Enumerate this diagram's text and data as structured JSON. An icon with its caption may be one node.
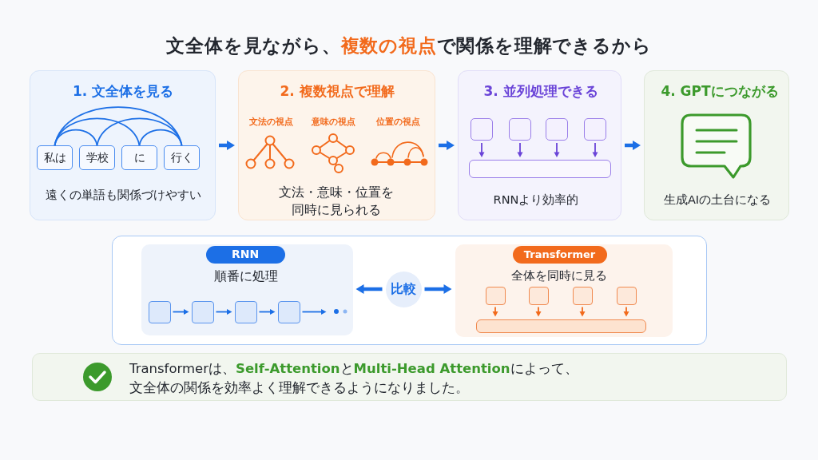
{
  "diagram": {
    "title": "文全体を見ながら、**複数の視点**で関係を理解できるから",
    "nodes": [
      {
        "text": [
          "1. 文全体を見る",
          "遠くの単語も関係づけやすい"
        ]
      },
      {
        "text": [
          "私は"
        ],
        "in": 0
      },
      {
        "text": [
          "学校"
        ],
        "in": 0
      },
      {
        "text": [
          "に"
        ],
        "in": 0
      },
      {
        "text": [
          "行く"
        ],
        "in": 0
      },
      {
        "text": [
          "2. 複数視点で理解",
          "文法の視点",
          "意味の視点",
          "位置の視点",
          "文法・意味・位置を同時に見られる"
        ]
      },
      {
        "text": [
          "3. 並列処理できる",
          "RNNより効率的"
        ]
      },
      {
        "text": [],
        "shape": "box",
        "in": 6
      },
      {
        "text": [],
        "shape": "box",
        "in": 6
      },
      {
        "text": [],
        "shape": "box",
        "in": 6
      },
      {
        "text": [],
        "shape": "box",
        "in": 6
      },
      {
        "text": [],
        "shape": "bar",
        "in": 6
      },
      {
        "text": [
          "4. GPTにつながる",
          "生成AIの土台になる"
        ]
      },
      {
        "text": [],
        "shape": "box"
      },
      {
        "text": [
          "順番に処理"
        ],
        "in": 13
      },
      {
        "text": [
          "RNN"
        ],
        "in": 14
      },
      {
        "text": [],
        "shape": "box",
        "in": 14
      },
      {
        "text": [],
        "shape": "box",
        "in": 14
      },
      {
        "text": [],
        "shape": "box",
        "in": 14
      },
      {
        "text": [],
        "shape": "box",
        "in": 14
      },
      {
        "text": [
          "比較"
        ],
        "in": 13
      },
      {
        "text": [
          "全体を同時に見る"
        ],
        "in": 13
      },
      {
        "text": [
          "Transformer"
        ],
        "in": 21
      },
      {
        "text": [],
        "shape": "box",
        "in": 21
      },
      {
        "text": [],
        "shape": "box",
        "in": 21
      },
      {
        "text": [],
        "shape": "box",
        "in": 21
      },
      {
        "text": [],
        "shape": "box",
        "in": 21
      },
      {
        "text": [],
        "shape": "bar",
        "in": 21
      },
      {
        "text": [
          "Transformerは、**Self-Attention**と**Multi-Head Attention**によって、文全体の関係を効率よく理解できるようになりました。"
        ]
      }
    ],
    "edges": [
      {
        "from": 1,
        "to": 4,
        "arrow": "none"
      },
      {
        "from": 1,
        "to": 3,
        "arrow": "none"
      },
      {
        "from": 2,
        "to": 4,
        "arrow": "none"
      },
      {
        "from": 1,
        "to": 2,
        "arrow": "none"
      },
      {
        "from": 3,
        "to": 4,
        "arrow": "none"
      },
      {
        "from": 0,
        "to": 5,
        "arrow": "to",
        "style": "thick"
      },
      {
        "from": 5,
        "to": 6,
        "arrow": "to",
        "style": "thick"
      },
      {
        "from": 6,
        "to": 12,
        "arrow": "to",
        "style": "thick"
      },
      {
        "from": 7,
        "to": 11,
        "arrow": "to",
        "color": "#6a44d8"
      },
      {
        "from": 8,
        "to": 11,
        "arrow": "to",
        "color": "#6a44d8"
      },
      {
        "from": 9,
        "to": 11,
        "arrow": "to",
        "color": "#6a44d8"
      },
      {
        "from": 10,
        "to": 11,
        "arrow": "to",
        "color": "#6a44d8"
      },
      {
        "from": 16,
        "to": 17,
        "arrow": "to"
      },
      {
        "from": 17,
        "to": 18,
        "arrow": "to"
      },
      {
        "from": 18,
        "to": 19,
        "arrow": "to"
      },
      {
        "from": 19,
        "to": null,
        "arrow": "to"
      },
      {
        "from": 20,
        "to": 14,
        "arrow": "to",
        "style": "thick"
      },
      {
        "from": 20,
        "to": 21,
        "arrow": "to",
        "style": "thick"
      },
      {
        "from": 23,
        "to": 27,
        "arrow": "to",
        "color": "#f26a1c"
      },
      {
        "from": 24,
        "to": 27,
        "arrow": "to",
        "color": "#f26a1c"
      },
      {
        "from": 25,
        "to": 27,
        "arrow": "to",
        "color": "#f26a1c"
      },
      {
        "from": 26,
        "to": 27,
        "arrow": "to",
        "color": "#f26a1c"
      }
    ]
  }
}
